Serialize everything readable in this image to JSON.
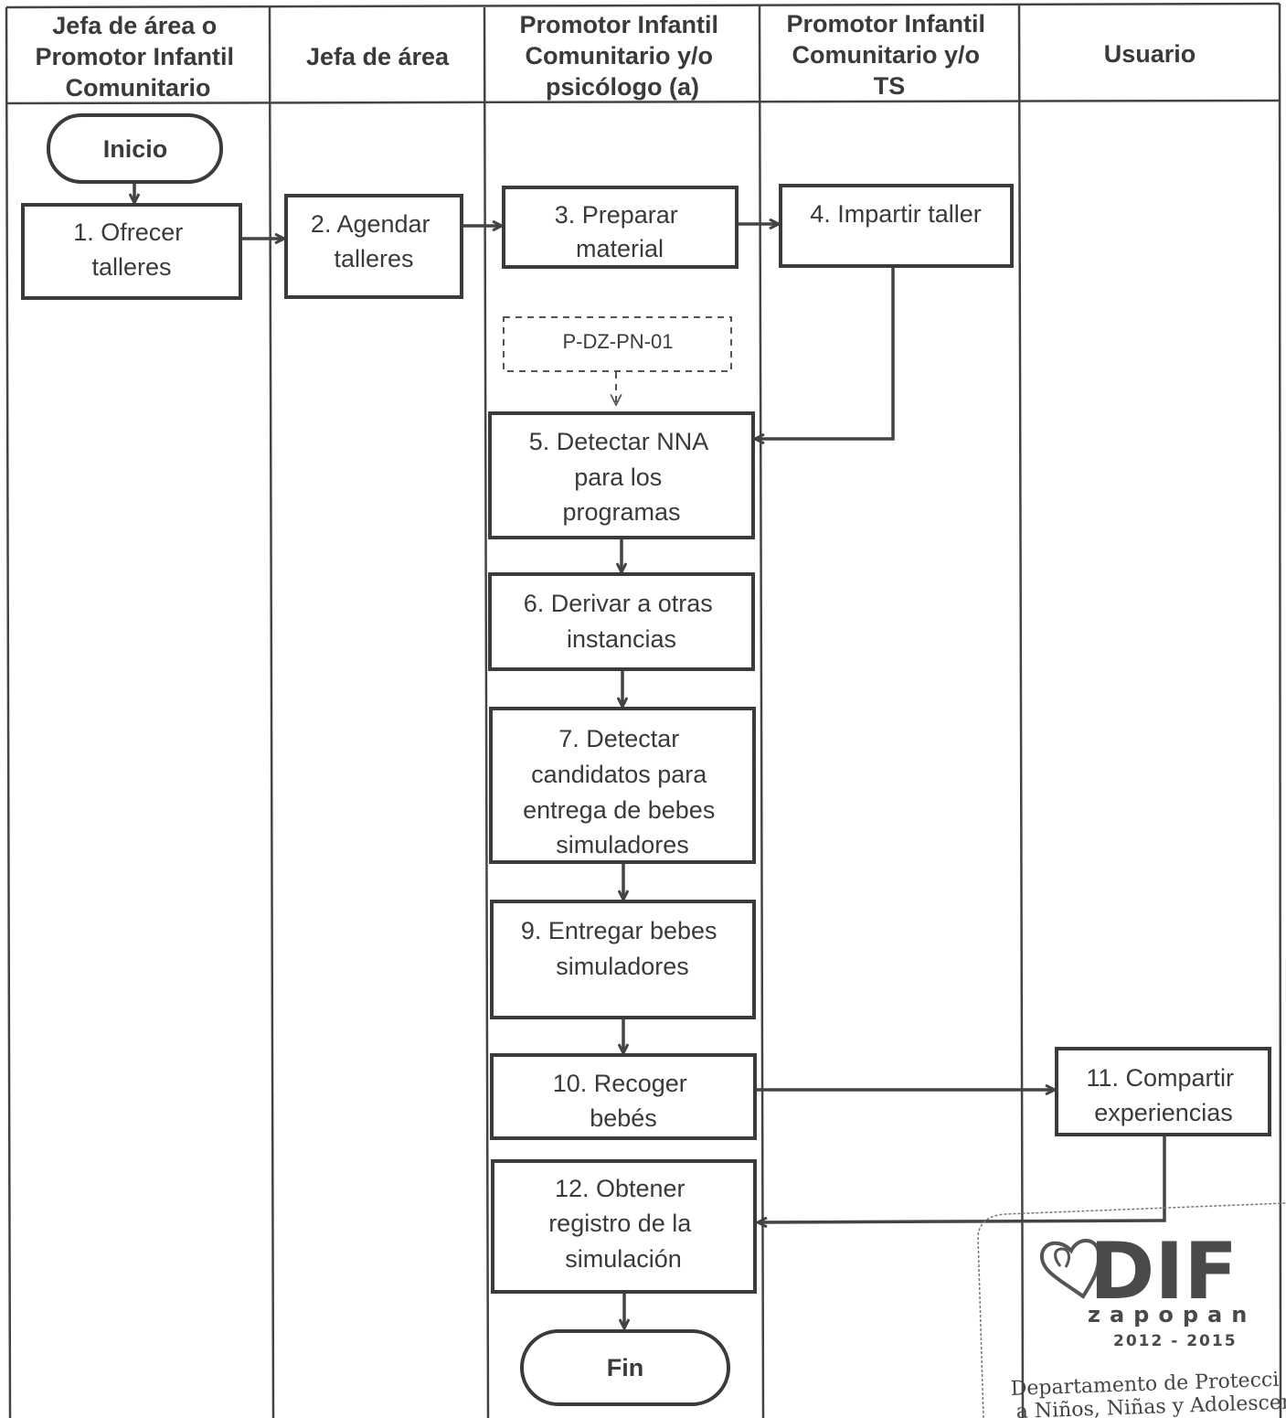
{
  "lanes": [
    {
      "id": "lane1",
      "header": [
        "Jefa de área o",
        "Promotor Infantil",
        "Comunitario"
      ]
    },
    {
      "id": "lane2",
      "header": [
        "Jefa de área"
      ]
    },
    {
      "id": "lane3",
      "header": [
        "Promotor Infantil",
        "Comunitario y/o",
        "psicólogo (a)"
      ]
    },
    {
      "id": "lane4",
      "header": [
        "Promotor Infantil",
        "Comunitario y/o",
        "TS"
      ]
    },
    {
      "id": "lane5",
      "header": [
        "Usuario"
      ]
    }
  ],
  "terminals": {
    "start": "Inicio",
    "end": "Fin"
  },
  "steps": [
    {
      "id": "s1",
      "lines": [
        "1. Ofrecer",
        "talleres"
      ]
    },
    {
      "id": "s2",
      "lines": [
        "2. Agendar",
        "talleres"
      ]
    },
    {
      "id": "s3",
      "lines": [
        "3. Preparar",
        "material"
      ]
    },
    {
      "id": "s4",
      "lines": [
        "4. Impartir taller"
      ]
    },
    {
      "id": "s5",
      "lines": [
        "5. Detectar NNA",
        "para los",
        "programas"
      ]
    },
    {
      "id": "s6",
      "lines": [
        "6. Derivar a otras",
        "instancias"
      ]
    },
    {
      "id": "s7",
      "lines": [
        "7. Detectar",
        "candidatos para",
        "entrega de bebes",
        "simuladores"
      ]
    },
    {
      "id": "s9",
      "lines": [
        "9. Entregar bebes",
        "simuladores"
      ]
    },
    {
      "id": "s10",
      "lines": [
        "10. Recoger",
        "bebés"
      ]
    },
    {
      "id": "s11",
      "lines": [
        "11. Compartir",
        "experiencias"
      ]
    },
    {
      "id": "s12",
      "lines": [
        "12. Obtener",
        "registro de la",
        "simulación"
      ]
    }
  ],
  "reference": "P-DZ-PN-01",
  "stamp": {
    "logo": "DIF",
    "city": "zapopan",
    "years": "2012 - 2015",
    "line1": "Departamento de Protecci",
    "line2": "a Niños, Niñas y Adolescen"
  }
}
